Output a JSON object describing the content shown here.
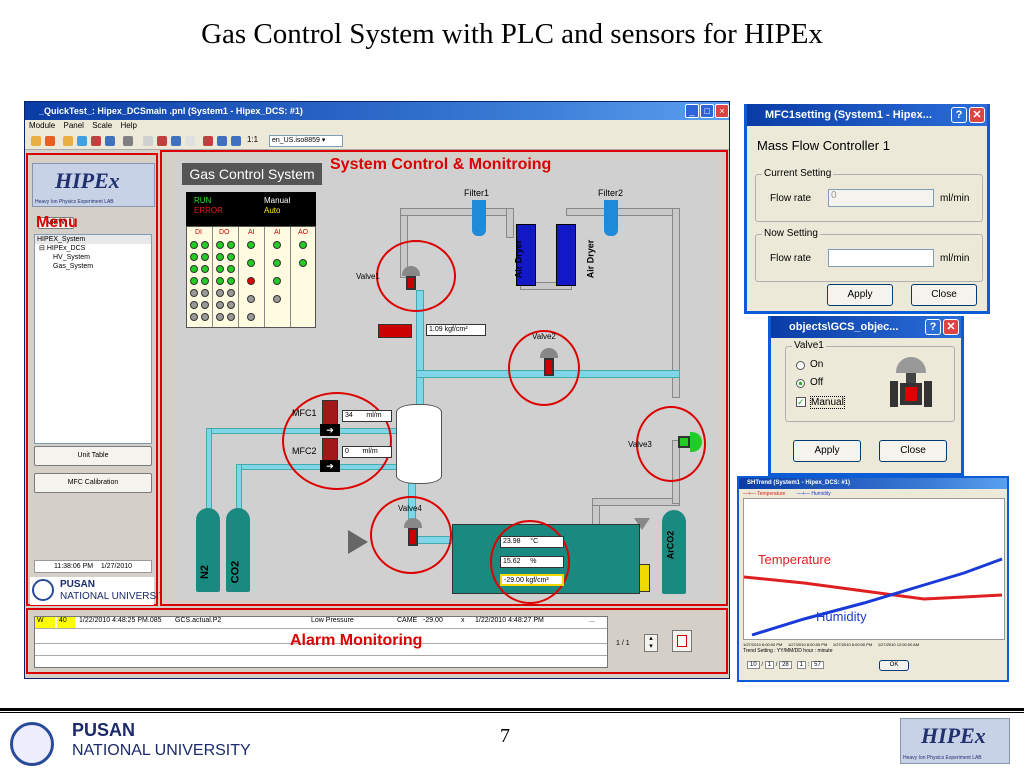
{
  "slide": {
    "title": "Gas Control System with PLC and sensors for HIPEx",
    "page_number": "7",
    "university_line1": "PUSAN",
    "university_line2": "NATIONAL UNIVERSITY"
  },
  "main_window": {
    "title": "_QuickTest_: Hipex_DCSmain .pnl (System1 - Hipex_DCS: #1)",
    "menu": [
      "Module",
      "Panel",
      "Scale",
      "Help"
    ],
    "locale_select": "en_US.iso8859",
    "logo_text": "HIPEx",
    "logo_subtitle": "Heavy Ion Physics Experiment LAB",
    "view_button": "VIEW",
    "tree": [
      "HIPEX_System",
      "HIPEx_DCS",
      "HV_System",
      "Gas_System"
    ],
    "unit_table_button": "Unit Table",
    "mfc_calibration_button": "MFC Calibration",
    "time": "11:38:06 PM",
    "date": "1/27/2010",
    "menu_annotation": "Menu"
  },
  "gas_panel": {
    "title": "Gas Control System",
    "annotation": "System Control & Monitroing",
    "status": {
      "run": "RUN",
      "error": "ERROR",
      "manual": "Manual",
      "auto": "Auto"
    },
    "io_headers": [
      "DI",
      "DO",
      "AI",
      "AI",
      "AO"
    ],
    "filters": [
      "Filter1",
      "Filter2"
    ],
    "dryers": [
      "Air Dryer",
      "Air Dryer"
    ],
    "valves": [
      "Valve1",
      "Valve2",
      "Valve3",
      "Valve4"
    ],
    "pressure": {
      "value": "1.09",
      "unit": "kgf/cm²"
    },
    "mfc1": {
      "label": "MFC1",
      "value": "34",
      "unit": "ml/m"
    },
    "mfc2": {
      "label": "MFC2",
      "value": "0",
      "unit": "ml/m"
    },
    "bottles": [
      "N2",
      "CO2",
      "ArCO2"
    ],
    "readings": [
      {
        "value": "23.98",
        "unit": "°C"
      },
      {
        "value": "15.62",
        "unit": "%"
      },
      {
        "value": "-29.00",
        "unit": "kgf/cm²"
      }
    ]
  },
  "alarm": {
    "annotation": "Alarm Monitoring",
    "row": {
      "type": "W",
      "priority": "40",
      "time1": "1/22/2010 4:48:25 PM.085",
      "dp": "GCS.actual.P2",
      "text": "Low Pressure",
      "direction": "CAME",
      "value": "-29.00",
      "ack": "x",
      "time2": "1/22/2010 4:48:27 PM",
      "dots": "..."
    },
    "page": "1 / 1"
  },
  "mfc_dialog": {
    "title": "MFC1setting (System1 - Hipex...",
    "heading": "Mass Flow Controller 1",
    "current_group": "Current Setting",
    "now_group": "Now Setting",
    "flow_label": "Flow rate",
    "current_value": "0",
    "unit": "ml/min",
    "apply": "Apply",
    "close": "Close"
  },
  "valve_dialog": {
    "title": "objects\\GCS_objec...",
    "group": "Valve1",
    "on": "On",
    "off": "Off",
    "manual": "Manual",
    "apply": "Apply",
    "close": "Close"
  },
  "trend": {
    "title": "SHTrend (System1 - Hipex_DCS: #1)",
    "legend_temp": "Temperature",
    "legend_hum": "Humidity",
    "label_temp": "Temperature",
    "label_hum": "Humidity",
    "setting": "Trend Setting : YY/MM/DD   hour : minute",
    "x_ticks": [
      "1/27/2010 6:00:00 PM",
      "1/27/2010 6:00:00 PM",
      "1/27/2010 6:00:00 PM",
      "1/27/2010 12:00:00 AM"
    ],
    "inputs": [
      "10",
      "1",
      "28",
      "1",
      "57"
    ],
    "ok": "OK",
    "temp_color": "#e02020",
    "hum_color": "#1a3ad8"
  }
}
